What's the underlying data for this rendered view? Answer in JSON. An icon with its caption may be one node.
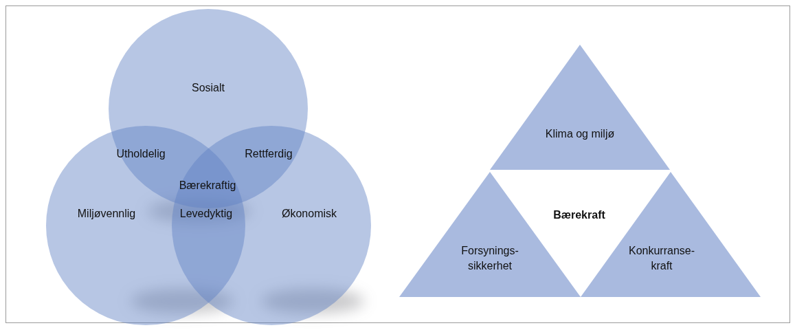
{
  "diagram": {
    "nodes": [
      {
        "text": [
          "Sosialt"
        ]
      },
      {
        "text": [
          "Miljøvennlig"
        ]
      },
      {
        "text": [
          "Økonomisk"
        ]
      },
      {
        "text": [
          "Klima og miljø"
        ]
      },
      {
        "text": [
          "Forsynings- sikkerhet"
        ]
      },
      {
        "text": [
          "Konkurranse- kraft"
        ]
      }
    ],
    "edges": [],
    "labels": [
      "Utholdelig",
      "Rettferdig",
      "Bærekraftig",
      "Levedyktig",
      "Bærekraft"
    ]
  }
}
